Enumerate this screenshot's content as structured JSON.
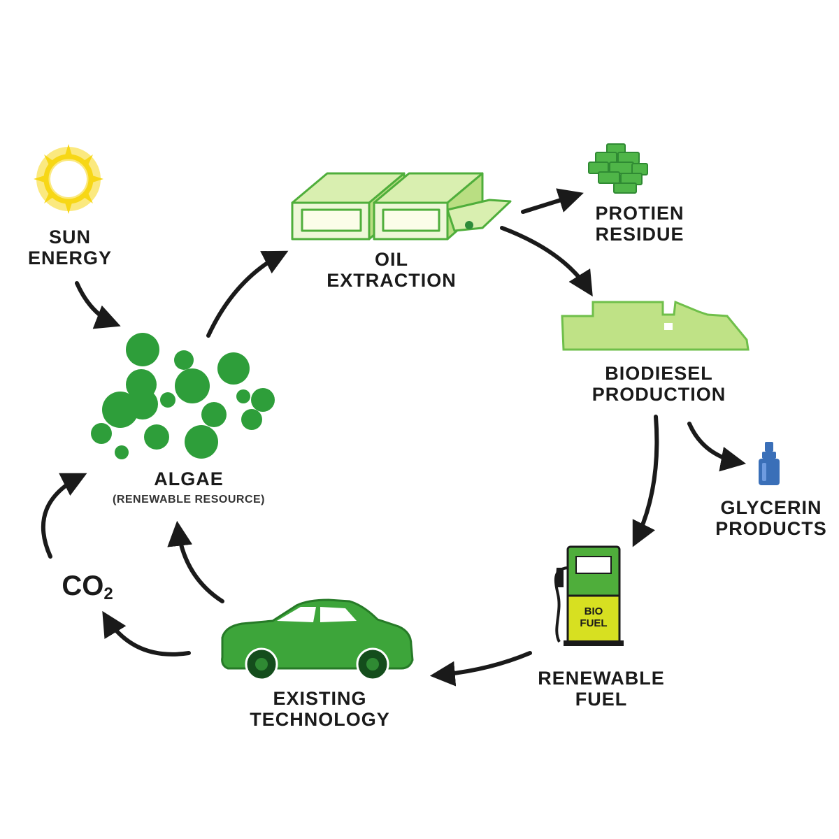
{
  "nodes": {
    "sun": {
      "line1": "SUN",
      "line2": "ENERGY"
    },
    "oil": {
      "line1": "OIL",
      "line2": "EXTRACTION"
    },
    "protein": {
      "line1": "PROTIEN",
      "line2": "RESIDUE"
    },
    "biodiesel": {
      "line1": "BIODIESEL",
      "line2": "PRODUCTION"
    },
    "glycerin": {
      "line1": "GLYCERIN",
      "line2": "PRODUCTS"
    },
    "renewable_fuel": {
      "line1": "RENEWABLE",
      "line2": "FUEL"
    },
    "tech": {
      "line1": "EXISTING",
      "line2": "TECHNOLOGY"
    },
    "co2": {
      "main": "CO",
      "sub": "2"
    },
    "algae": {
      "line1": "ALGAE",
      "line2": "(RENEWABLE RESOURCE)"
    }
  },
  "pump": {
    "line1": "BIO",
    "line2": "FUEL"
  },
  "colors": {
    "sun": "#f7d716",
    "algae": "#2e9e3a",
    "light_green": "#cfe89a",
    "mid_green": "#8fcb5c",
    "car": "#3da53a",
    "wheel": "#144d1c",
    "pump": "#4fae3b",
    "pump_bottom": "#d7e021",
    "bottle": "#3a6fb8",
    "text": "#1a1a1a"
  }
}
